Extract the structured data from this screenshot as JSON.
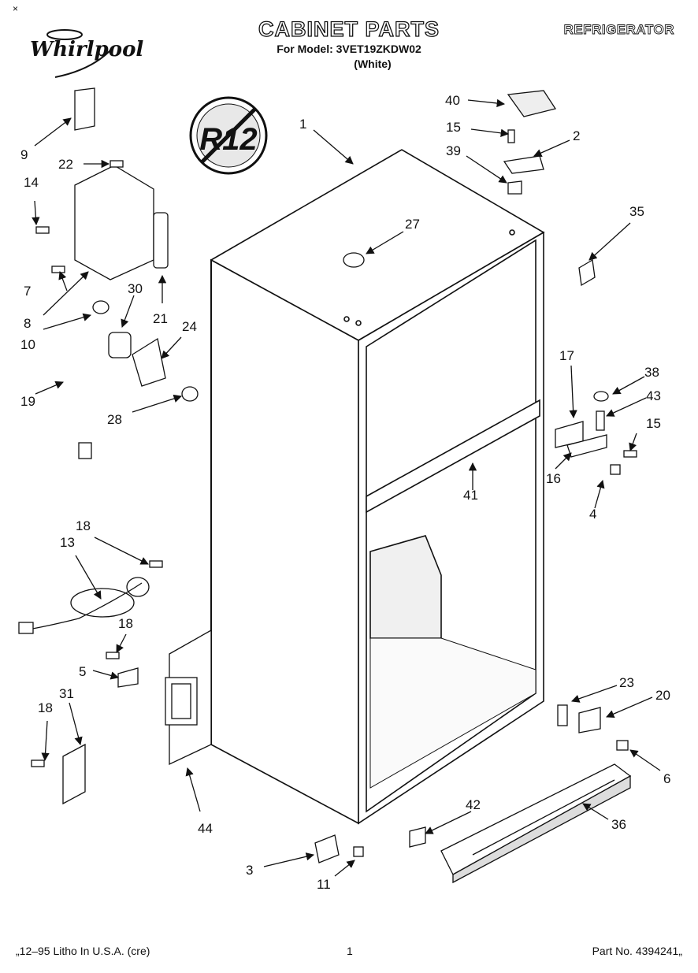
{
  "header": {
    "corner_mark": "×",
    "brand": "Whirlpool",
    "title": "CABINET PARTS",
    "model_line": "For Model: 3VET19ZKDW02",
    "color_line": "(White)",
    "category": "REFRIGERATOR",
    "refrigerant_badge": "R12"
  },
  "callouts": [
    "1",
    "2",
    "3",
    "4",
    "5",
    "6",
    "7",
    "8",
    "9",
    "10",
    "11",
    "13",
    "14",
    "15",
    "15",
    "16",
    "17",
    "18",
    "18",
    "18",
    "19",
    "20",
    "21",
    "22",
    "23",
    "24",
    "27",
    "28",
    "30",
    "31",
    "35",
    "36",
    "38",
    "39",
    "40",
    "41",
    "42",
    "43",
    "44"
  ],
  "footer": {
    "litho": "„12–95 Litho In U.S.A. (cre)",
    "page": "1",
    "part_no": "Part No. 4394241„"
  },
  "colors": {
    "ink": "#111111",
    "paper": "#ffffff",
    "shade": "#cfcfcf"
  }
}
